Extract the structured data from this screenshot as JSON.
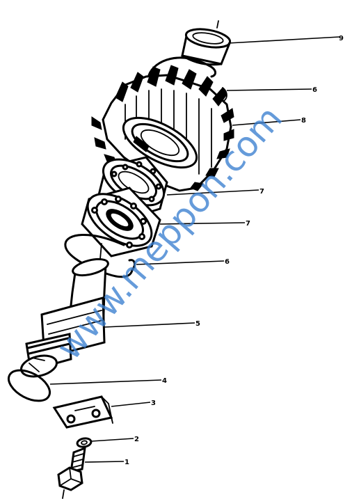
{
  "figure": {
    "watermark": "www.meppon.com",
    "callouts": [
      "1",
      "2",
      "3",
      "4",
      "5",
      "6",
      "7",
      "7",
      "6",
      "8",
      "9"
    ]
  }
}
